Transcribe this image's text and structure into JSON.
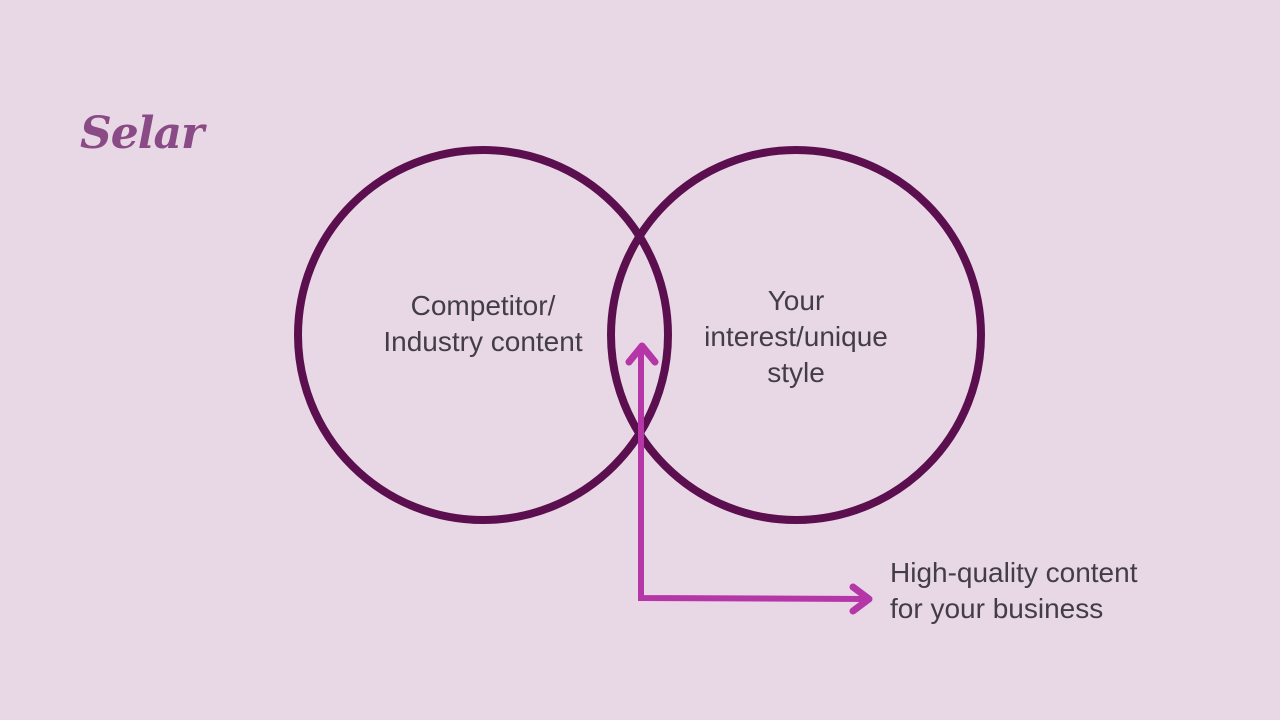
{
  "brand": {
    "logo_text": "Selar"
  },
  "colors": {
    "background": "#e8d8e6",
    "circle_stroke": "#5c0f4f",
    "arrow": "#b536a6",
    "text": "#433d45",
    "logo": "#8a4a86"
  },
  "diagram": {
    "type": "venn",
    "sets": [
      {
        "label": "Competitor/\nIndustry content"
      },
      {
        "label": "Your\ninterest/unique\nstyle"
      }
    ],
    "intersection_callout": {
      "label": "High-quality content\nfor your business"
    }
  }
}
